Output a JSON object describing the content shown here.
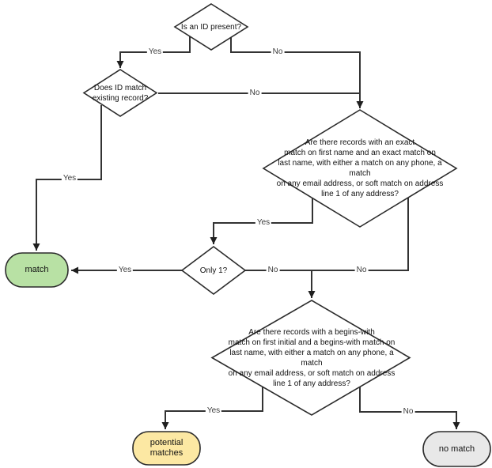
{
  "diagram": {
    "nodes": {
      "is_id_present": {
        "label": "Is an ID present?"
      },
      "does_id_match": {
        "label": "Does ID match\nexisting record?"
      },
      "exact_match_question": {
        "label": "Are there records with an exact\nmatch on first name and an exact match on\nlast name, with either a match on any phone, a match\non any email address, or soft match on address\nline 1 of any address?"
      },
      "only_one": {
        "label": "Only 1?"
      },
      "begins_with_question": {
        "label": "Are there records with a begins-with\nmatch on first initial and a begins-with match on\nlast name, with either a match on any phone, a match\non any email address, or soft match on address\nline 1 of any address?"
      },
      "match": {
        "label": "match",
        "fill": "#b8e1a4"
      },
      "potential_matches": {
        "label": "potential matches",
        "fill": "#fce8a3"
      },
      "no_match": {
        "label": "no match",
        "fill": "#e8e8e8"
      }
    },
    "edge_labels": {
      "id_present_yes": "Yes",
      "id_present_no": "No",
      "id_match_yes": "Yes",
      "id_match_no": "No",
      "exact_yes": "Yes",
      "exact_no": "No",
      "only_one_yes": "Yes",
      "only_one_no": "No",
      "begins_yes": "Yes",
      "begins_no": "No"
    },
    "colors": {
      "line": "#333333",
      "node_border": "#2b2b2b",
      "decision_fill": "#ffffff",
      "match_fill": "#b8e1a4",
      "potential_fill": "#fce8a3",
      "no_match_fill": "#e8e8e8"
    }
  }
}
